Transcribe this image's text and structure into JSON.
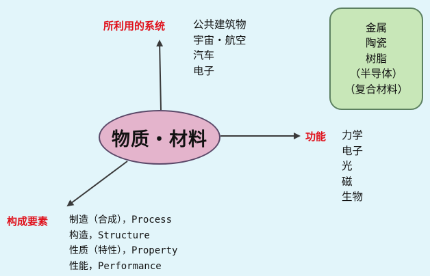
{
  "center": {
    "label": "物质・材料"
  },
  "systems": {
    "label": "所利用的系统",
    "items": [
      "公共建筑物",
      "宇宙・航空",
      "汽车",
      "电子"
    ]
  },
  "functions": {
    "label": "功能",
    "items": [
      "力学",
      "电子",
      "光",
      "磁",
      "生物"
    ]
  },
  "elements": {
    "label": "构成要素",
    "items": [
      "制造（合成），Process",
      "构造，Structure",
      "性质（特性），Property",
      "性能，Performance"
    ]
  },
  "materials_box": {
    "items": [
      "金属",
      "陶瓷",
      "树脂",
      "（半导体）",
      "（复合材料）"
    ]
  },
  "colors": {
    "background": "#e2f5fa",
    "ellipse_fill": "#e4b4cc",
    "box_fill": "#c8e7b8",
    "label_red": "#e0101a"
  }
}
